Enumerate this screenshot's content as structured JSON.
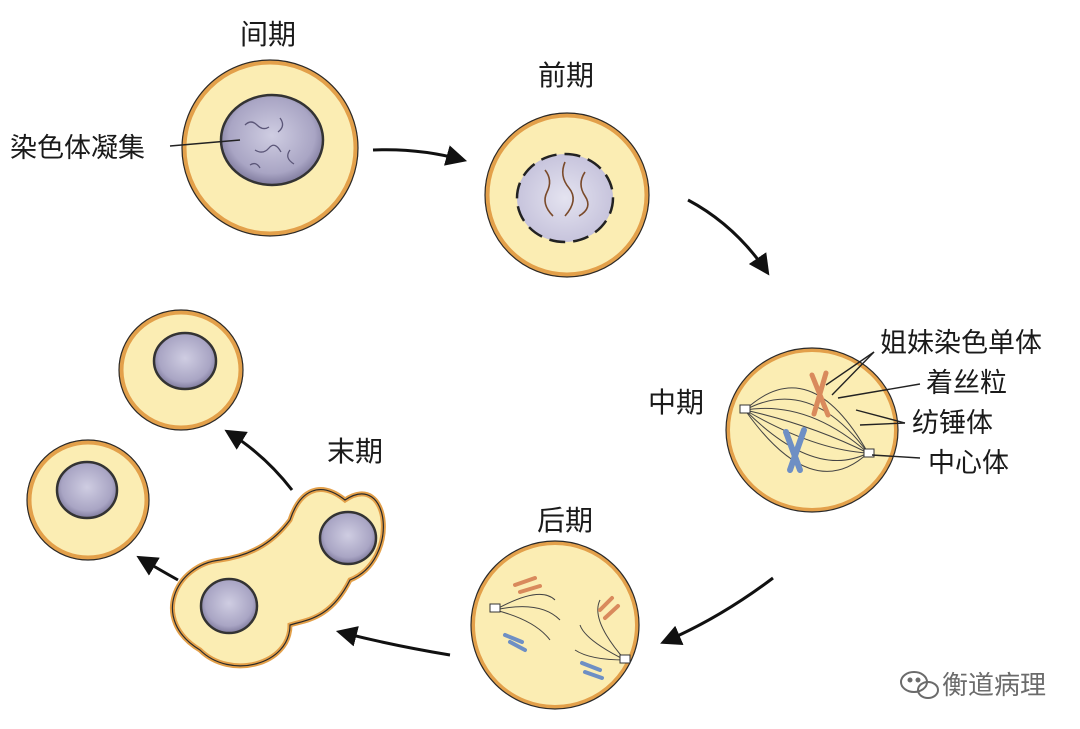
{
  "phases": {
    "interphase": "间期",
    "prophase": "前期",
    "metaphase": "中期",
    "anaphase": "后期",
    "telophase": "末期"
  },
  "parts": {
    "chromatin_condensation": "染色体凝集",
    "sister_chromatids": "姐妹染色单体",
    "centromere": "着丝粒",
    "spindle": "纺锤体",
    "centrosome": "中心体"
  },
  "watermark": "衡道病理",
  "colors": {
    "cytoplasm": "#FBEDB3",
    "membrane": "#E3A04A",
    "nucleus": "#8C87A8",
    "nucleus_light": "#CFCDE2",
    "chromosome_blue": "#6E8FC4",
    "chromosome_orange": "#D98A5C",
    "outline": "#2a2a2a"
  }
}
